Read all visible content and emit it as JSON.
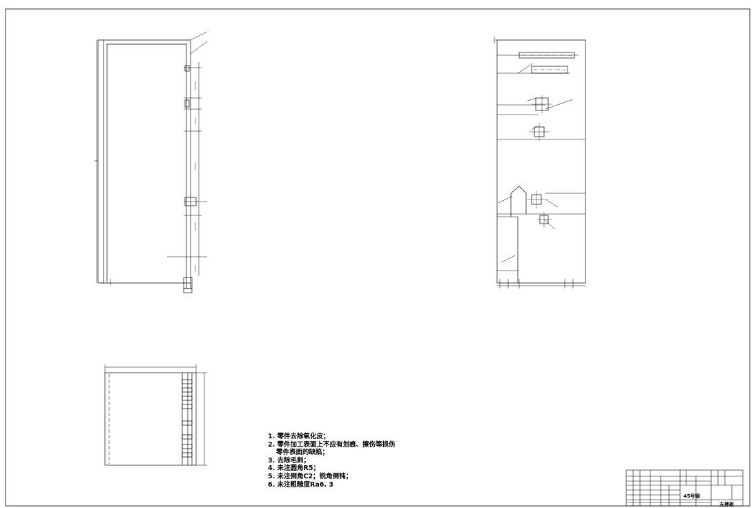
{
  "technical_requirements": [
    "1. 零件去除氧化皮；",
    "2. 零件加工表面上不应有划痕、擦伤等损伤",
    "零件表面的缺陷；",
    "3. 去除毛刺；",
    "4. 未注圆角R5；",
    "5. 未注倒角C2；锐角倒钝；",
    "6. 未注粗糙度Ra6. 3"
  ],
  "title_block": {
    "material": "45号钢",
    "part_name": "支撑板"
  },
  "colors": {
    "line": "#000000",
    "paper": "#ffffff"
  }
}
